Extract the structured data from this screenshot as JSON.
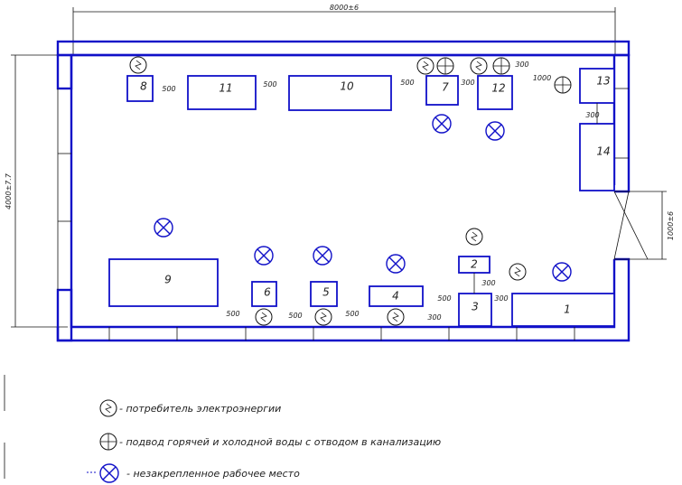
{
  "dimensions": {
    "overall_width": "8000±6",
    "overall_height": "4000±7.7",
    "door_width": "1000±6"
  },
  "equipment": [
    {
      "id": "eq-1",
      "label": "1"
    },
    {
      "id": "eq-2",
      "label": "2"
    },
    {
      "id": "eq-3",
      "label": "3"
    },
    {
      "id": "eq-4",
      "label": "4"
    },
    {
      "id": "eq-5",
      "label": "5"
    },
    {
      "id": "eq-6",
      "label": "6"
    },
    {
      "id": "eq-7",
      "label": "7"
    },
    {
      "id": "eq-8",
      "label": "8"
    },
    {
      "id": "eq-9",
      "label": "9"
    },
    {
      "id": "eq-10",
      "label": "10"
    },
    {
      "id": "eq-11",
      "label": "11"
    },
    {
      "id": "eq-12",
      "label": "12"
    },
    {
      "id": "eq-13",
      "label": "13"
    },
    {
      "id": "eq-14",
      "label": "14"
    }
  ],
  "spacings": {
    "s500": "500",
    "s300": "300",
    "s1000": "1000"
  },
  "legend": {
    "electric": "- потребитель электроэнергии",
    "water": "- подвод горячей и холодной воды с отводом в канализацию",
    "workplace": "- незакрепленное рабочее место"
  },
  "symbols": {
    "electric_icon": "lightning-circle",
    "water_icon": "cross-circle",
    "workplace_icon": "x-circle"
  },
  "colors": {
    "walls": "#1010c8",
    "lines": "#111111"
  }
}
